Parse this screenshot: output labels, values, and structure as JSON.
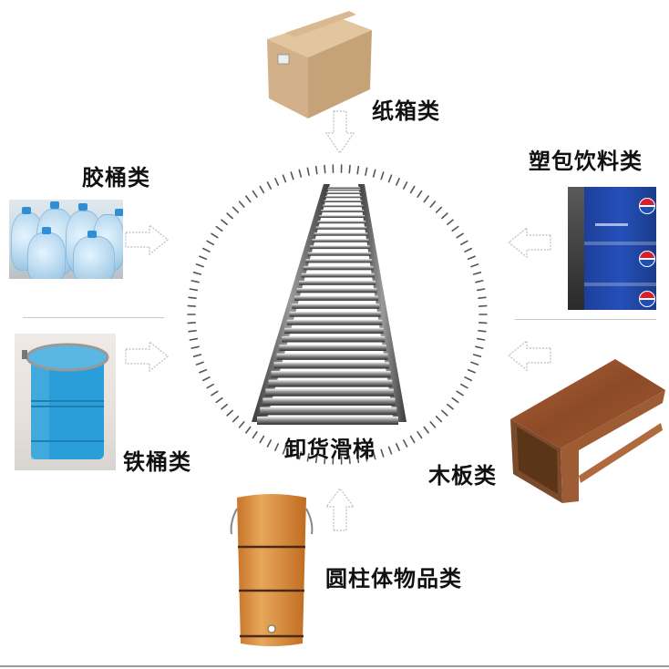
{
  "center": {
    "title": "卸货滑梯",
    "icon": "roller-chute-icon"
  },
  "categories": [
    {
      "id": "carton",
      "label": "纸箱类",
      "image": "cardboard-box",
      "arrow": "arrow-down"
    },
    {
      "id": "plastic-drum",
      "label": "胶桶类",
      "image": "water-jugs",
      "arrow": "arrow-right"
    },
    {
      "id": "shrink-wrap-drinks",
      "label": "塑包饮料类",
      "image": "pepsi-packs",
      "arrow": "arrow-left"
    },
    {
      "id": "iron-drum",
      "label": "铁桶类",
      "image": "blue-steel-drum",
      "arrow": "arrow-right"
    },
    {
      "id": "wood-board",
      "label": "木板类",
      "image": "wood-grain-profile",
      "arrow": "arrow-left"
    },
    {
      "id": "cylinder",
      "label": "圆柱体物品类",
      "image": "wooden-barrel",
      "arrow": "arrow-up"
    }
  ],
  "colors": {
    "text": "#111111",
    "arrow_outline": "#bdbdbd",
    "tick_marks": "#555555",
    "chute_metal": "#6b6b6b",
    "divider": "#c8c8c8"
  }
}
